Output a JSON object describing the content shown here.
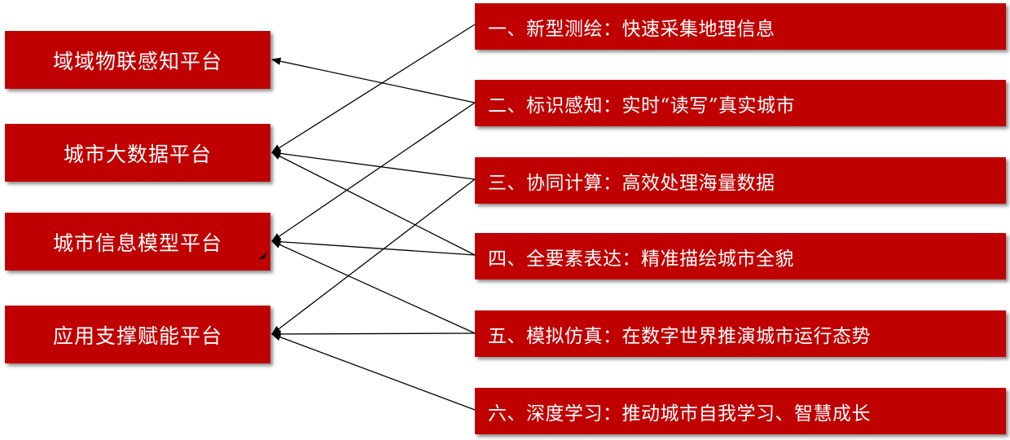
{
  "platforms": [
    {
      "id": "iot",
      "label": "域域物联感知平台"
    },
    {
      "id": "bigdata",
      "label": "城市大数据平台"
    },
    {
      "id": "cim",
      "label": "城市信息模型平台"
    },
    {
      "id": "app",
      "label": "应用支撑赋能平台"
    }
  ],
  "capabilities": [
    {
      "id": "c1",
      "label": "一、新型测绘：快速采集地理信息"
    },
    {
      "id": "c2",
      "label": "二、标识感知：实时“读写”真实城市"
    },
    {
      "id": "c3",
      "label": "三、协同计算：高效处理海量数据"
    },
    {
      "id": "c4",
      "label": "四、全要素表达：精准描绘城市全貌"
    },
    {
      "id": "c5",
      "label": "五、模拟仿真：在数字世界推演城市运行态势"
    },
    {
      "id": "c6",
      "label": "六、深度学习：推动城市自我学习、智慧成长"
    }
  ],
  "connections": [
    {
      "from": "c1",
      "to": "bigdata"
    },
    {
      "from": "c2",
      "to": "iot"
    },
    {
      "from": "c2",
      "to": "cim"
    },
    {
      "from": "c3",
      "to": "bigdata"
    },
    {
      "from": "c3",
      "to": "app"
    },
    {
      "from": "c4",
      "to": "bigdata"
    },
    {
      "from": "c4",
      "to": "cim"
    },
    {
      "from": "c5",
      "to": "cim"
    },
    {
      "from": "c5",
      "to": "app"
    },
    {
      "from": "c6",
      "to": "app"
    }
  ],
  "colors": {
    "box_fill": "#c00000",
    "box_text": "#ffffff",
    "line": "#000000"
  }
}
